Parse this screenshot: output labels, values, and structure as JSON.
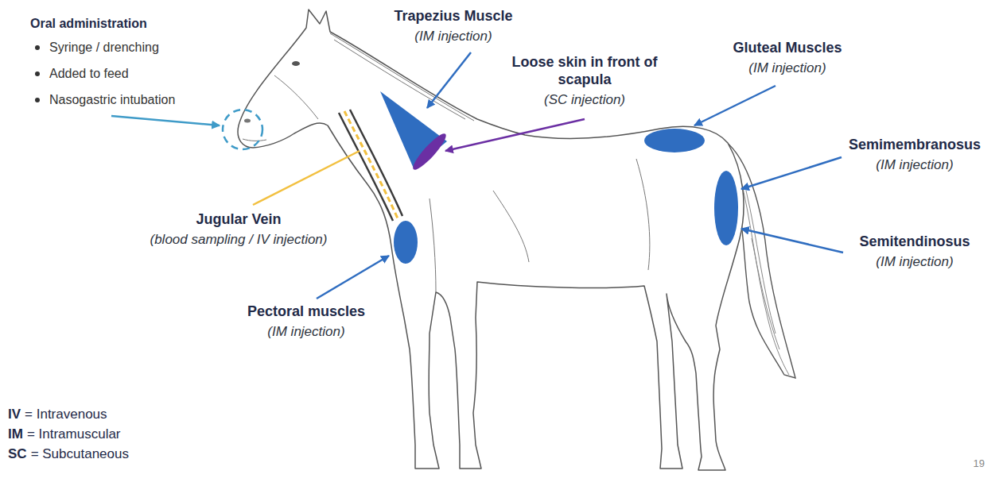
{
  "diagram": {
    "labels": [
      "Oral administration",
      "Syringe / drenching",
      "Added to feed",
      "Nasogastric intubation",
      "Trapezius Muscle",
      "(IM injection)",
      "Loose skin in front of scapula",
      "(SC injection)",
      "Gluteal Muscles",
      "(IM injection)",
      "Semimembranosus",
      "(IM injection)",
      "Semitendinosus",
      "(IM injection)",
      "Jugular Vein",
      "(blood sampling / IV injection)",
      "Pectoral muscles",
      "(IM injection)",
      "IV",
      "= Intravenous",
      "IM",
      "= Intramuscular",
      "SC",
      "= Subcutaneous",
      "19"
    ]
  }
}
